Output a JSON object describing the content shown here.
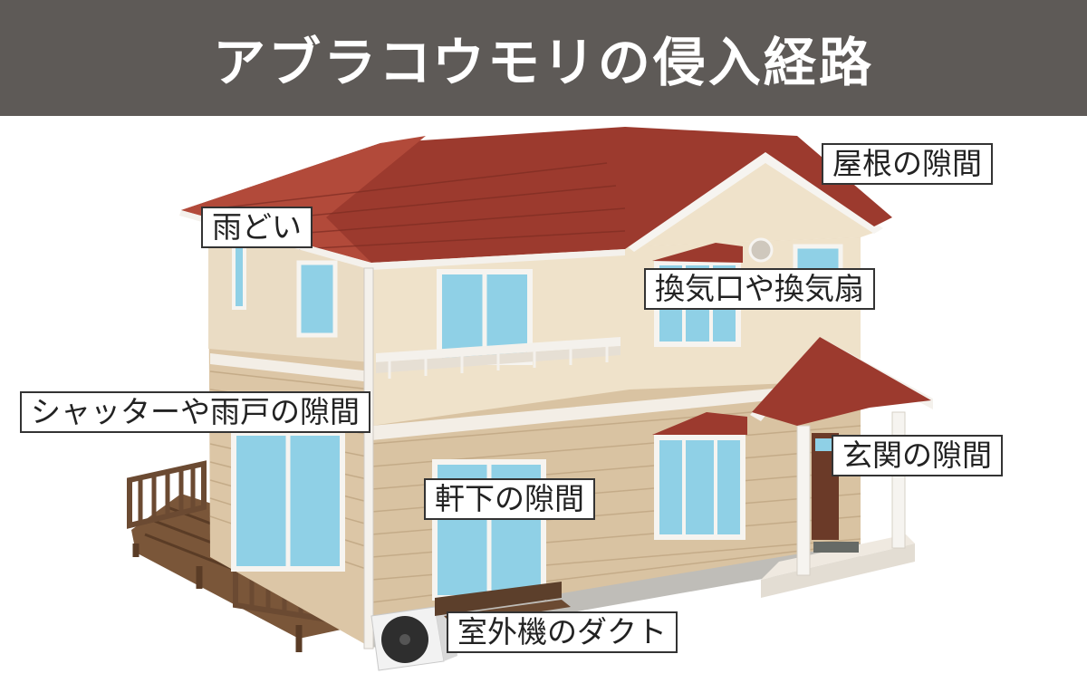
{
  "title": "アブラコウモリの侵入経路",
  "labels": {
    "roof_gap": "屋根の隙間",
    "gutter": "雨どい",
    "vent": "換気口や換気扇",
    "shutter_gap": "シャッターや雨戸の隙間",
    "entrance_gap": "玄関の隙間",
    "eaves_gap": "軒下の隙間",
    "ac_duct": "室外機のダクト"
  },
  "colors": {
    "header_bg": "#5e5a57",
    "roof": "#9c3a2e",
    "wall_upper": "#eee0c8",
    "wall_lower": "#d9c3a2",
    "deck": "#6b4a32",
    "window": "#8fd0e6"
  }
}
